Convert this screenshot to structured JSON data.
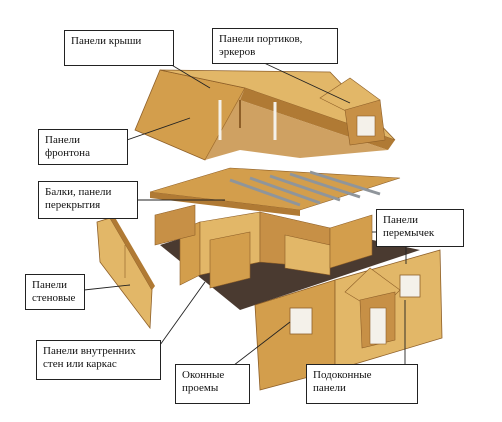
{
  "colors": {
    "osb_light": "#e2b768",
    "osb_mid": "#d39e4c",
    "osb_dark": "#b07a34",
    "osb_shadow": "#8e5f28",
    "floor_dark": "#4a3a30",
    "steel": "#8f959b",
    "window_white": "#f4f1ea",
    "leader_line": "#222222",
    "label_border": "#222222"
  },
  "labels": {
    "roof": "Панели крыши",
    "portico": "Панели портиков,\nэркеров",
    "gable": "Панели\nфронтона",
    "beams": "Балки, панели\nперекрытия",
    "lintel": "Панели\nперемычек",
    "wall": "Панели\nстеновые",
    "internal": "Панели внутренних\nстен или каркас",
    "windows": "Оконные\nпроемы",
    "subwindow": "Подоконные\nпанели"
  }
}
